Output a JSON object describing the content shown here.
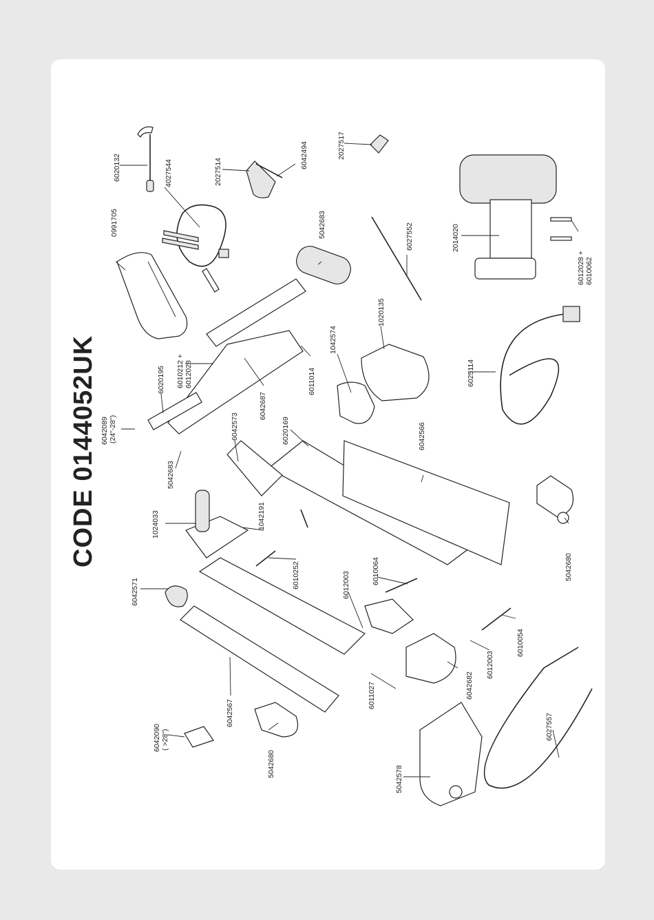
{
  "title": "CODE 0144052UK",
  "labels": {
    "p6020132": "6020132",
    "p4027544": "4027544",
    "p2027514": "2027514",
    "p6042494": "6042494",
    "p2027517": "2027517",
    "p0991705": "0991705",
    "p5042683a": "5042683",
    "p6027552": "6027552",
    "p2014020": "2014020",
    "p6012028_6010062a": "6012028 +",
    "p6012028_6010062b": "6010062",
    "p1020135": "1020135",
    "p1042574": "1042574",
    "p6011014": "6011014",
    "p6010212a": "6010212 +",
    "p6010212b": "6012028",
    "p6020195": "6020195",
    "p6042687": "6042687",
    "p6025114": "6025114",
    "p6042089a": "6042089",
    "p6042089b": "(24\"-28\")",
    "p6042573": "6042573",
    "p6020169": "6020169",
    "p6042566": "6042566",
    "p5042683b": "5042683",
    "p1024033": "1024033",
    "p1042191": "1042191",
    "p5042680a": "5042680",
    "p6010252": "6010252",
    "p6042571": "6042571",
    "p6012003a": "6012003",
    "p6010064": "6010064",
    "p6010054": "6010054",
    "p6012003b": "6012003",
    "p6011027": "6011027",
    "p6042682": "6042682",
    "p6042567": "6042567",
    "p6042090a": "6042090",
    "p6042090b": "( >28\")",
    "p5042680b": "5042680",
    "p6027557": "6027557",
    "p5042578": "5042578"
  }
}
